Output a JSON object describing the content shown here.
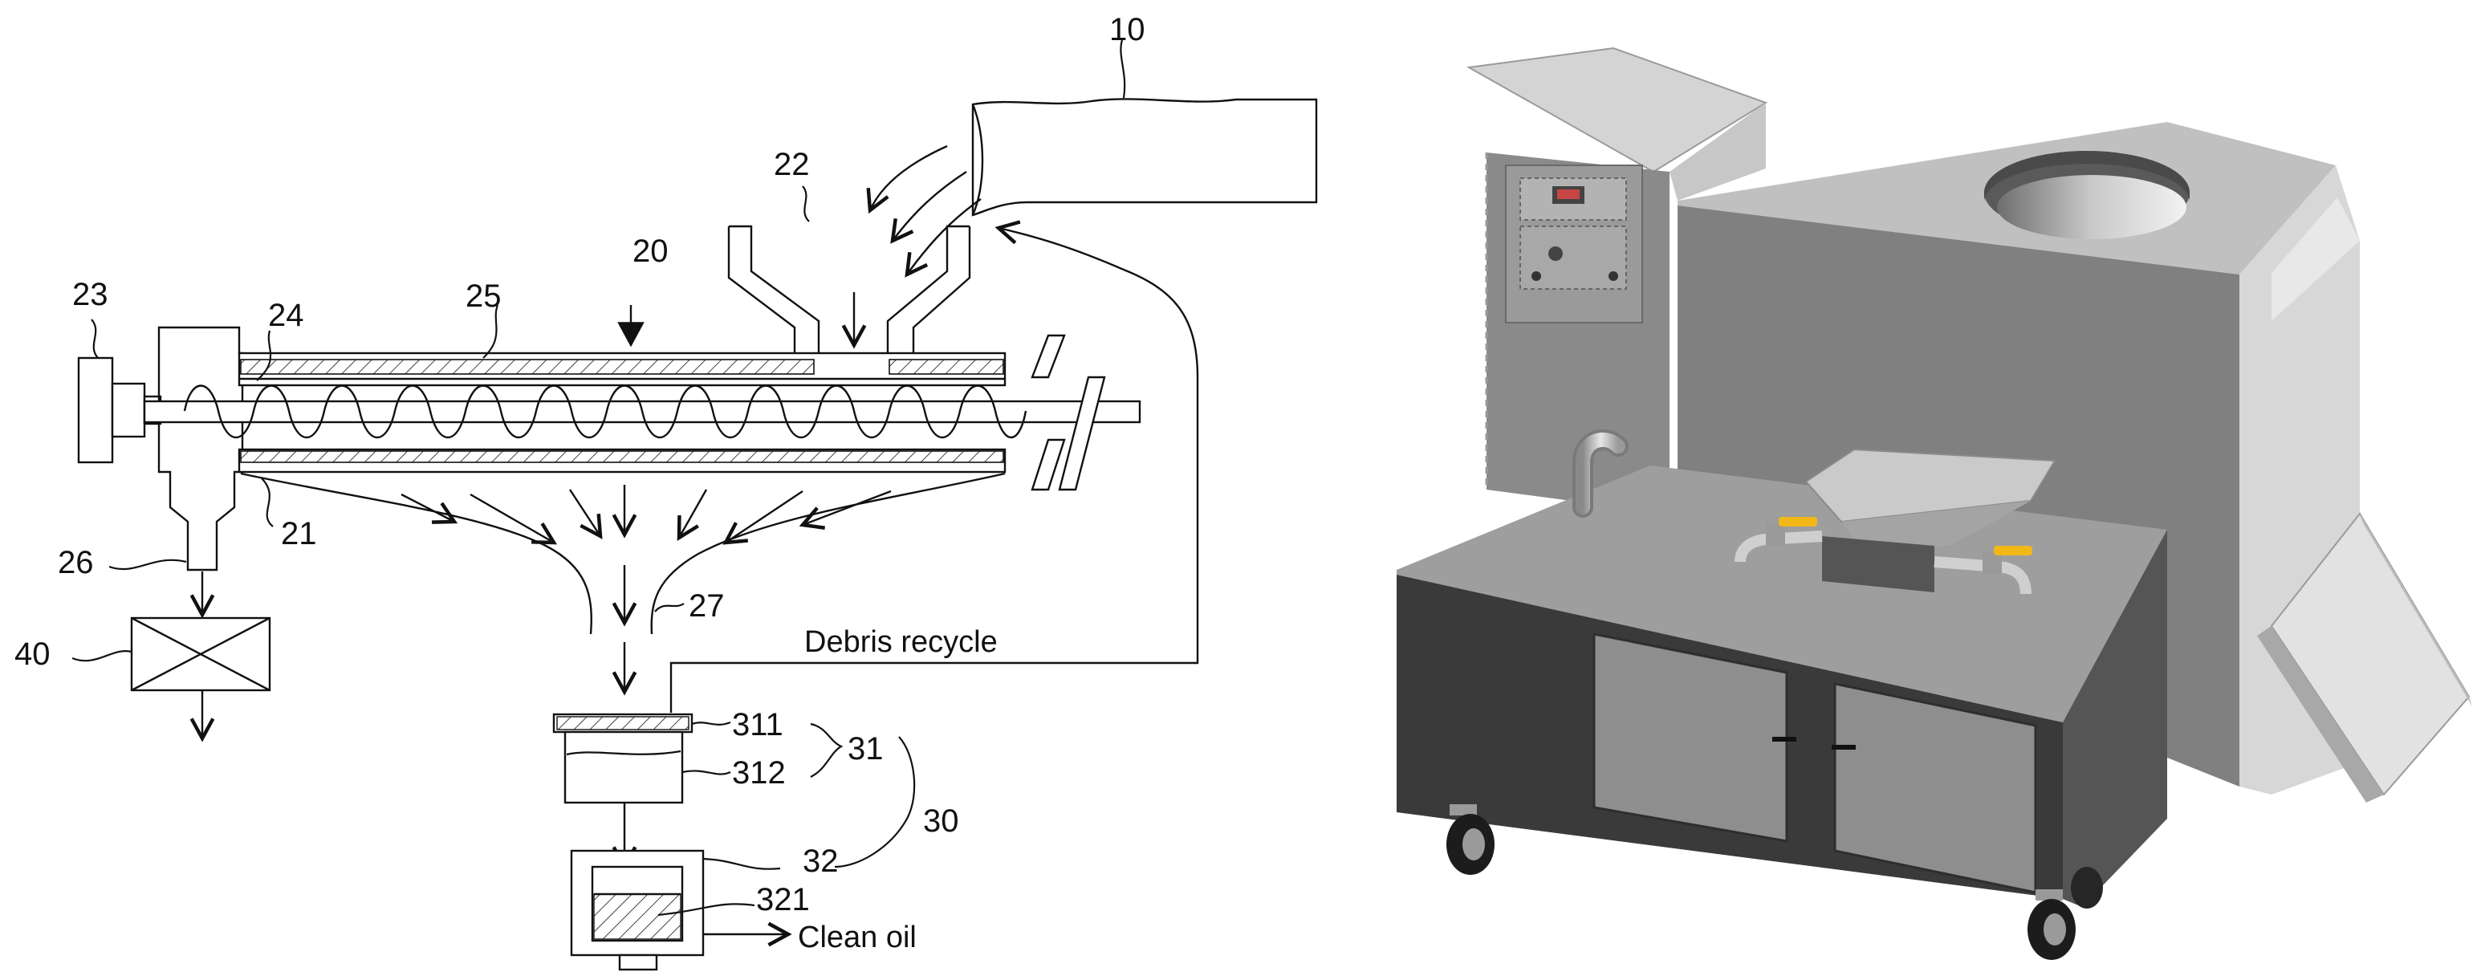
{
  "diagram": {
    "labels": {
      "hopper_feed": "10",
      "press_assembly": "20",
      "screen": "21",
      "feed_hopper": "22",
      "motor": "23",
      "screw": "24",
      "barrel": "25",
      "cake_outlet": "26",
      "oil_funnel": "27",
      "filtration_system": "30",
      "filter_unit": "31",
      "filter_plate": "311",
      "filter_tank": "312",
      "settling_tank": "32",
      "settling_core": "321",
      "cake_processor": "40"
    },
    "annotations": {
      "debris": "Debris recycle",
      "clean_oil": "Clean oil"
    }
  },
  "machine": {
    "colors": {
      "body": "#7c7c7c",
      "body_dark": "#5a5a5a",
      "top": "#bdbdbd",
      "cabinet": "#3a3a3a",
      "door": "#8e8e8e",
      "handle_accent": "#f2b818"
    }
  }
}
